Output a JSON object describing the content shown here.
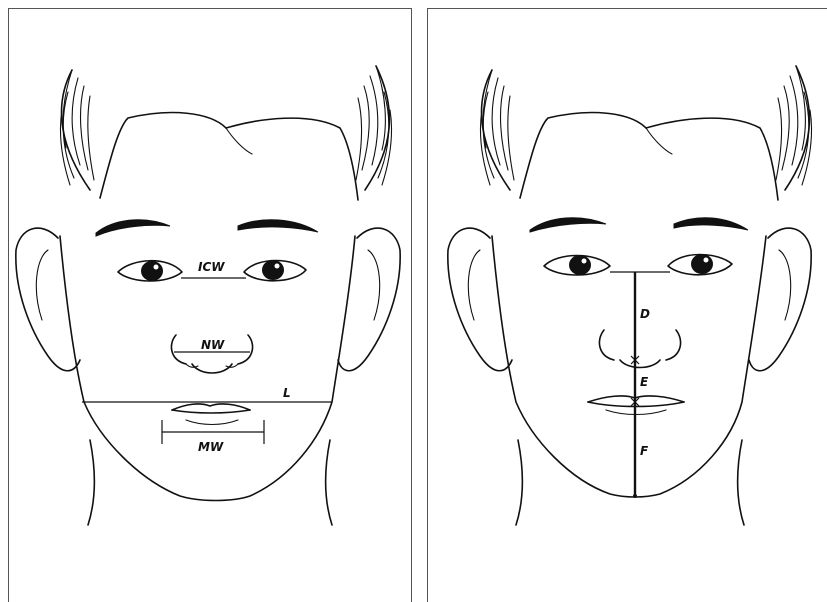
{
  "left_panel": {
    "labels": {
      "intercanthal_width": "ICW",
      "nose_width": "NW",
      "face_width": "L",
      "mouth_width": "MW"
    }
  },
  "right_panel": {
    "labels": {
      "upper_segment": "D",
      "middle_segment": "E",
      "lower_segment": "F"
    }
  }
}
